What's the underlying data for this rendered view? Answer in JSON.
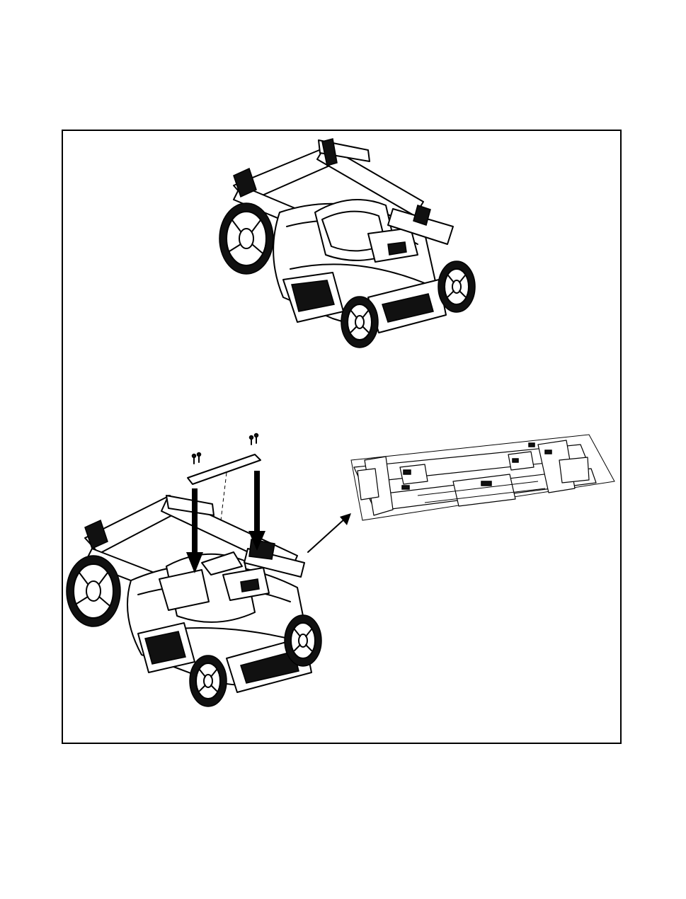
{
  "figure": {
    "panels": [
      {
        "name": "mower-assembled",
        "icon": "lawn-mower-icon"
      },
      {
        "name": "mower-top-bar-install",
        "icon": "lawn-mower-bar-install-icon"
      },
      {
        "name": "handle-detail",
        "icon": "handle-detail-icon"
      }
    ],
    "callout_arrow": "callout-arrow-icon",
    "line_color": "#000000",
    "background_color": "#ffffff"
  }
}
